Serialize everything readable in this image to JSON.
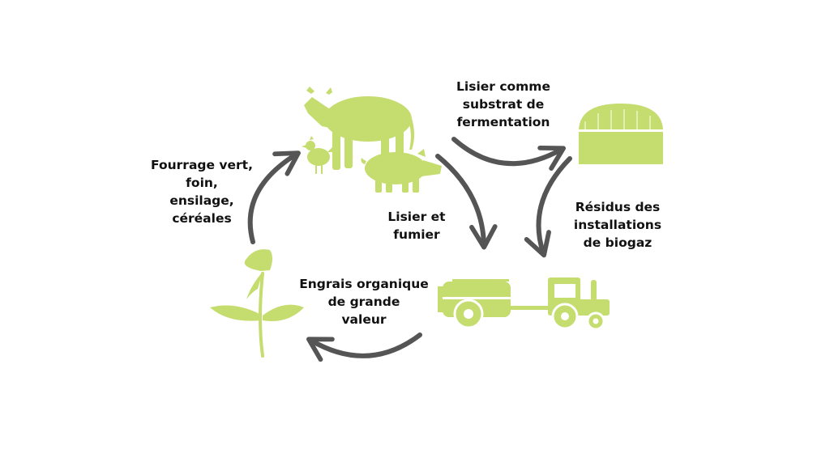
{
  "colors": {
    "accent_green": "#c5dc6e",
    "arrow_gray": "#555555",
    "text": "#111111",
    "background": "#ffffff"
  },
  "icons": [
    "cow-pig-chicken-icon",
    "biogas-dome-icon",
    "tractor-tanker-icon",
    "plant-icon"
  ],
  "labels": {
    "slurry_substrate": [
      "Lisier comme",
      "substrat de",
      "fermentation"
    ],
    "slurry_manure": [
      "Lisier et",
      "fumier"
    ],
    "biogas_residues": [
      "Résidus des",
      "installations",
      "de biogaz"
    ],
    "organic_fertilizer": [
      "Engrais organique",
      "de grande",
      "valeur"
    ],
    "fodder": [
      "Fourrage vert,",
      "foin,",
      "ensilage,",
      "céréales"
    ]
  }
}
